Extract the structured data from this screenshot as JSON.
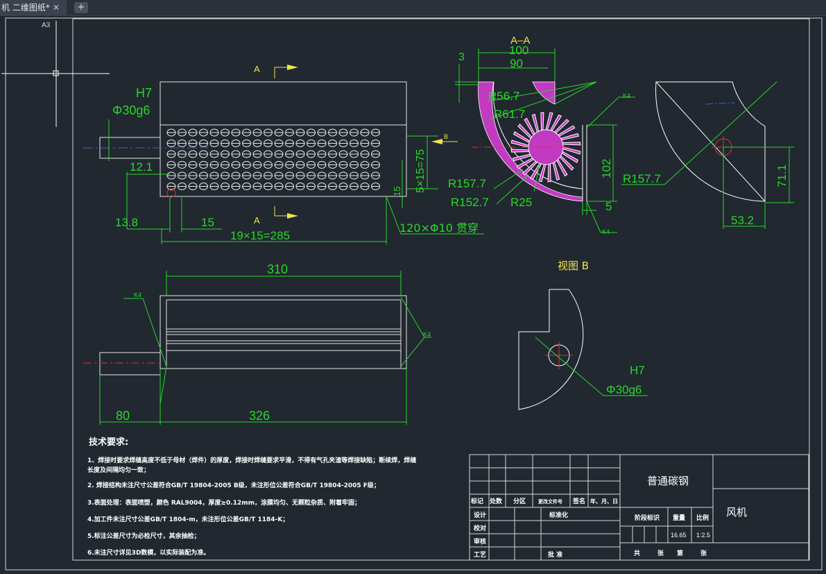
{
  "tab": {
    "title": "机 二维图纸*",
    "close": "✕",
    "new": "+"
  },
  "sheet": {
    "size_label": "A3"
  },
  "views": {
    "section_label": "A–A",
    "section_marker_top": "A",
    "section_marker_bottom": "A",
    "arrow_b": "B",
    "view_b": "视图 B"
  },
  "dims": {
    "h7_left": "H7",
    "shaft_dia_left": "Φ30g6",
    "d12_1": "12.1",
    "d13_8": "13.8",
    "d15": "15",
    "d285": "19×15=285",
    "d75": "5×15=75",
    "d15v": "15",
    "holes": "120×Φ10 贯穿",
    "d310": "310",
    "d80": "80",
    "d326": "326",
    "d3": "3",
    "d100": "100",
    "d90": "90",
    "r56": "R56.7",
    "r61": "R61.7",
    "r157a": "R157.7",
    "r152": "R152.7",
    "r25": "R25",
    "d102": "102",
    "d5": "5",
    "r157b": "R157.7",
    "d71": "71.1",
    "d53": "53.2",
    "h7_right": "H7",
    "shaft_dia_right": "Φ30g6",
    "weld_a": "K4",
    "weld_b": "K4",
    "weld_c": "K4",
    "weld_d": "K4"
  },
  "notes": {
    "title": "技术要求:",
    "lines": [
      "1、焊接时要求焊缝高度不低于母材（焊件）的厚度，焊接时焊缝要求平滑，不得有气孔夹渣等焊接缺陷；断续焊，焊缝",
      "长度及间隔均匀一致；",
      "2. 焊接结构未注尺寸公差符合GB/T 19804-2005  B级，未注形位公差符合GB/T 19804-2005  F级；",
      "3.表面处理：表面喷塑，颜色 RAL9004，厚度≥0.12mm，涂膜均匀、无颗粒杂质、附着牢固；",
      "4.加工件未注尺寸公差GB/T 1804-m，未注形位公差GB/T 1184-K；",
      "5.标注公差尺寸为必检尺寸，其余抽检；",
      "6.未注尺寸详见3D数模，以实际装配为准。"
    ]
  },
  "titleblock": {
    "material": "普通碳钢",
    "name": "风机",
    "h_mark": "标记",
    "h_count": "处数",
    "h_zone": "分区",
    "h_doc": "更改文件号",
    "h_sign": "签名",
    "h_date": "年、月、日",
    "design": "设计",
    "standard": "标准化",
    "check": "校对",
    "review": "审核",
    "process": "工艺",
    "approve": "批 准",
    "stage": "阶段标识",
    "weight": "重量",
    "scale": "比例",
    "weight_val": "16.65",
    "scale_val": "1:2.5",
    "total": "共",
    "sheets": "张",
    "no": "第",
    "sheets2": "张"
  }
}
